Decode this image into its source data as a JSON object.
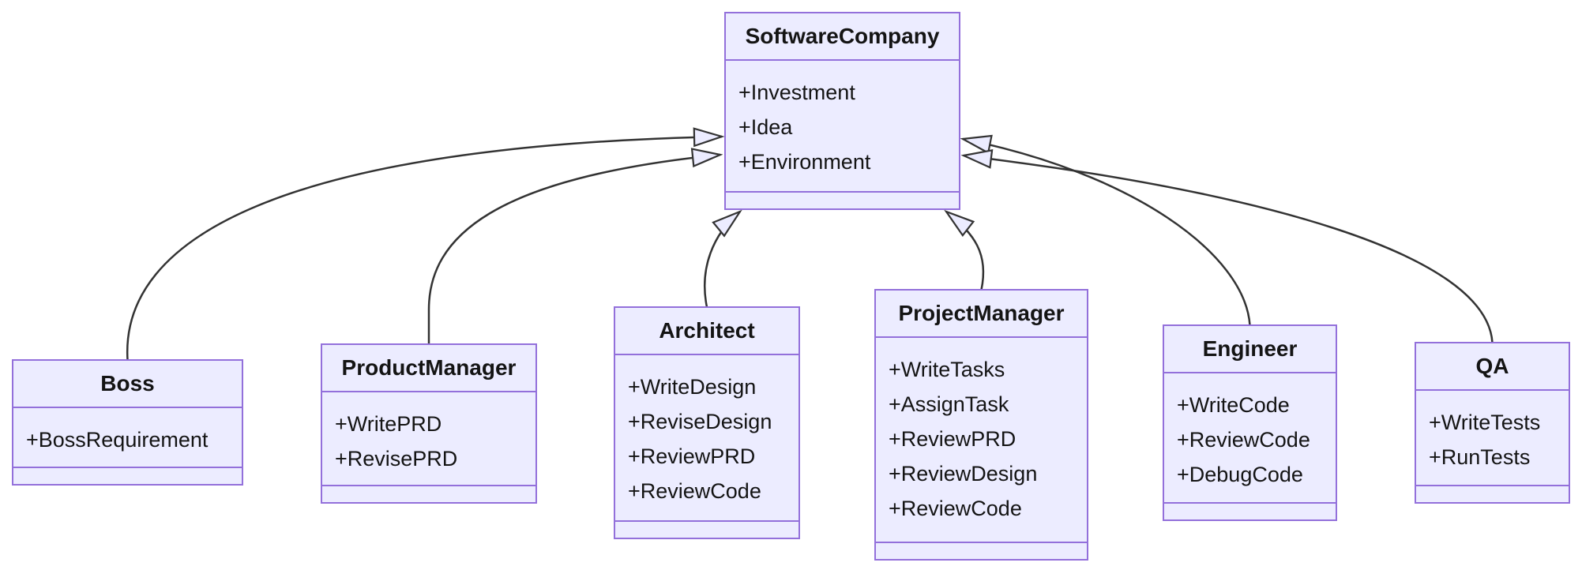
{
  "diagram": {
    "kind": "uml-class-diagram",
    "background": "#ffffff",
    "colors": {
      "node_fill": "#ECECFF",
      "node_border": "#9370DB",
      "edge_stroke": "#333333",
      "arrowhead_fill": "#ECECFF",
      "text": "#141414"
    },
    "classes": [
      {
        "name": "SoftwareCompany",
        "members": [
          "+Investment",
          "+Idea",
          "+Environment"
        ]
      },
      {
        "name": "Boss",
        "members": [
          "+BossRequirement"
        ]
      },
      {
        "name": "ProductManager",
        "members": [
          "+WritePRD",
          "+RevisePRD"
        ]
      },
      {
        "name": "Architect",
        "members": [
          "+WriteDesign",
          "+ReviseDesign",
          "+ReviewPRD",
          "+ReviewCode"
        ]
      },
      {
        "name": "ProjectManager",
        "members": [
          "+WriteTasks",
          "+AssignTask",
          "+ReviewPRD",
          "+ReviewDesign",
          "+ReviewCode"
        ]
      },
      {
        "name": "Engineer",
        "members": [
          "+WriteCode",
          "+ReviewCode",
          "+DebugCode"
        ]
      },
      {
        "name": "QA",
        "members": [
          "+WriteTests",
          "+RunTests"
        ]
      }
    ],
    "relations": [
      {
        "from": "Boss",
        "to": "SoftwareCompany",
        "type": "inheritance"
      },
      {
        "from": "ProductManager",
        "to": "SoftwareCompany",
        "type": "inheritance"
      },
      {
        "from": "Architect",
        "to": "SoftwareCompany",
        "type": "inheritance"
      },
      {
        "from": "ProjectManager",
        "to": "SoftwareCompany",
        "type": "inheritance"
      },
      {
        "from": "Engineer",
        "to": "SoftwareCompany",
        "type": "inheritance"
      },
      {
        "from": "QA",
        "to": "SoftwareCompany",
        "type": "inheritance"
      }
    ]
  }
}
